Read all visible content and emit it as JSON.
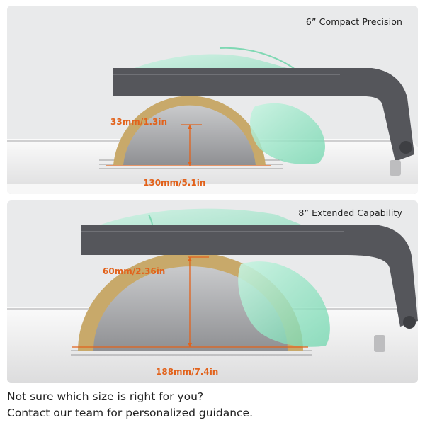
{
  "panels": [
    {
      "title": "6” Compact Precision",
      "height_label": "33mm/1.3in",
      "width_label": "130mm/5.1in"
    },
    {
      "title": "8” Extended Capability",
      "height_label": "60mm/2.36in",
      "width_label": "188mm/7.4in"
    }
  ],
  "footer": {
    "line1": "Not sure which size is right for you?",
    "line2": "Contact our team for personalized guidance."
  },
  "colors": {
    "panel_bg": "#e9eaeb",
    "arm": "#55565b",
    "dimension": "#e2621b",
    "guard": "#8fe0c2",
    "blade": "#a9aaac",
    "diamond_rim": "#c8a96a"
  },
  "icons": [
    "saw-arm",
    "blade-guard",
    "saw-blade"
  ]
}
